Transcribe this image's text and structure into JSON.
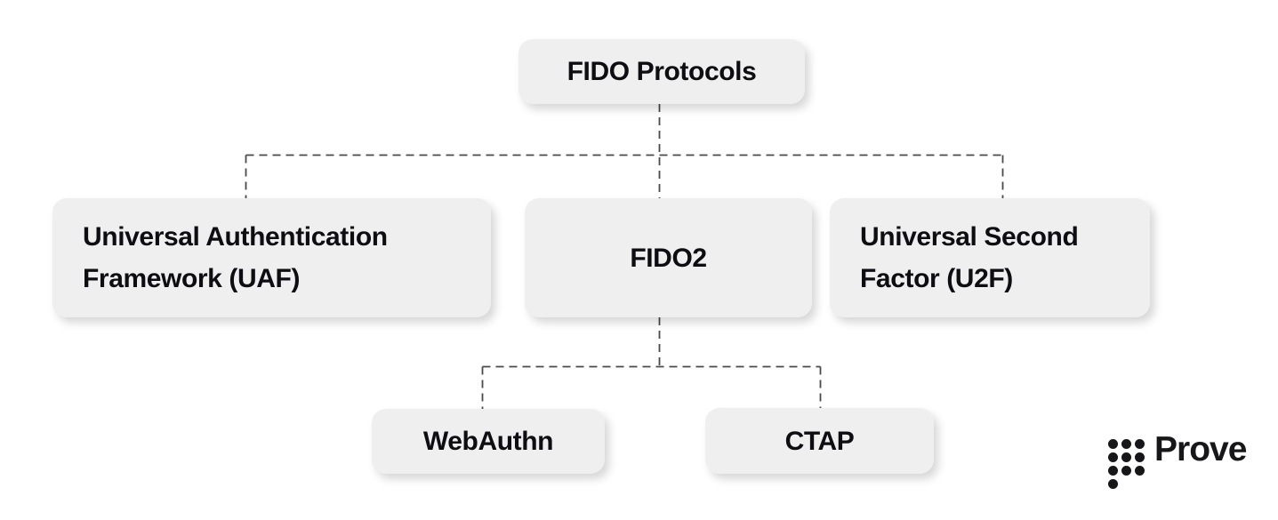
{
  "diagram": {
    "description": "FIDO Protocols hierarchy diagram",
    "nodes": {
      "root": {
        "label": "FIDO Protocols"
      },
      "uaf": {
        "label": "Universal Authentication Framework (UAF)"
      },
      "fido2": {
        "label": "FIDO2"
      },
      "u2f": {
        "label": "Universal Second Factor (U2F)"
      },
      "webauthn": {
        "label": "WebAuthn"
      },
      "ctap": {
        "label": "CTAP"
      }
    },
    "edges": [
      {
        "from": "root",
        "to": "uaf"
      },
      {
        "from": "root",
        "to": "fido2"
      },
      {
        "from": "root",
        "to": "u2f"
      },
      {
        "from": "fido2",
        "to": "webauthn"
      },
      {
        "from": "fido2",
        "to": "ctap"
      }
    ]
  },
  "logo": {
    "wordmark": "Prove",
    "icon": "prove-dots-icon"
  },
  "colors": {
    "background": "#ffffff",
    "node_bg": "#efefef",
    "text": "#0d0d12",
    "connector": "#4a4a4a",
    "logo": "#17171a"
  }
}
